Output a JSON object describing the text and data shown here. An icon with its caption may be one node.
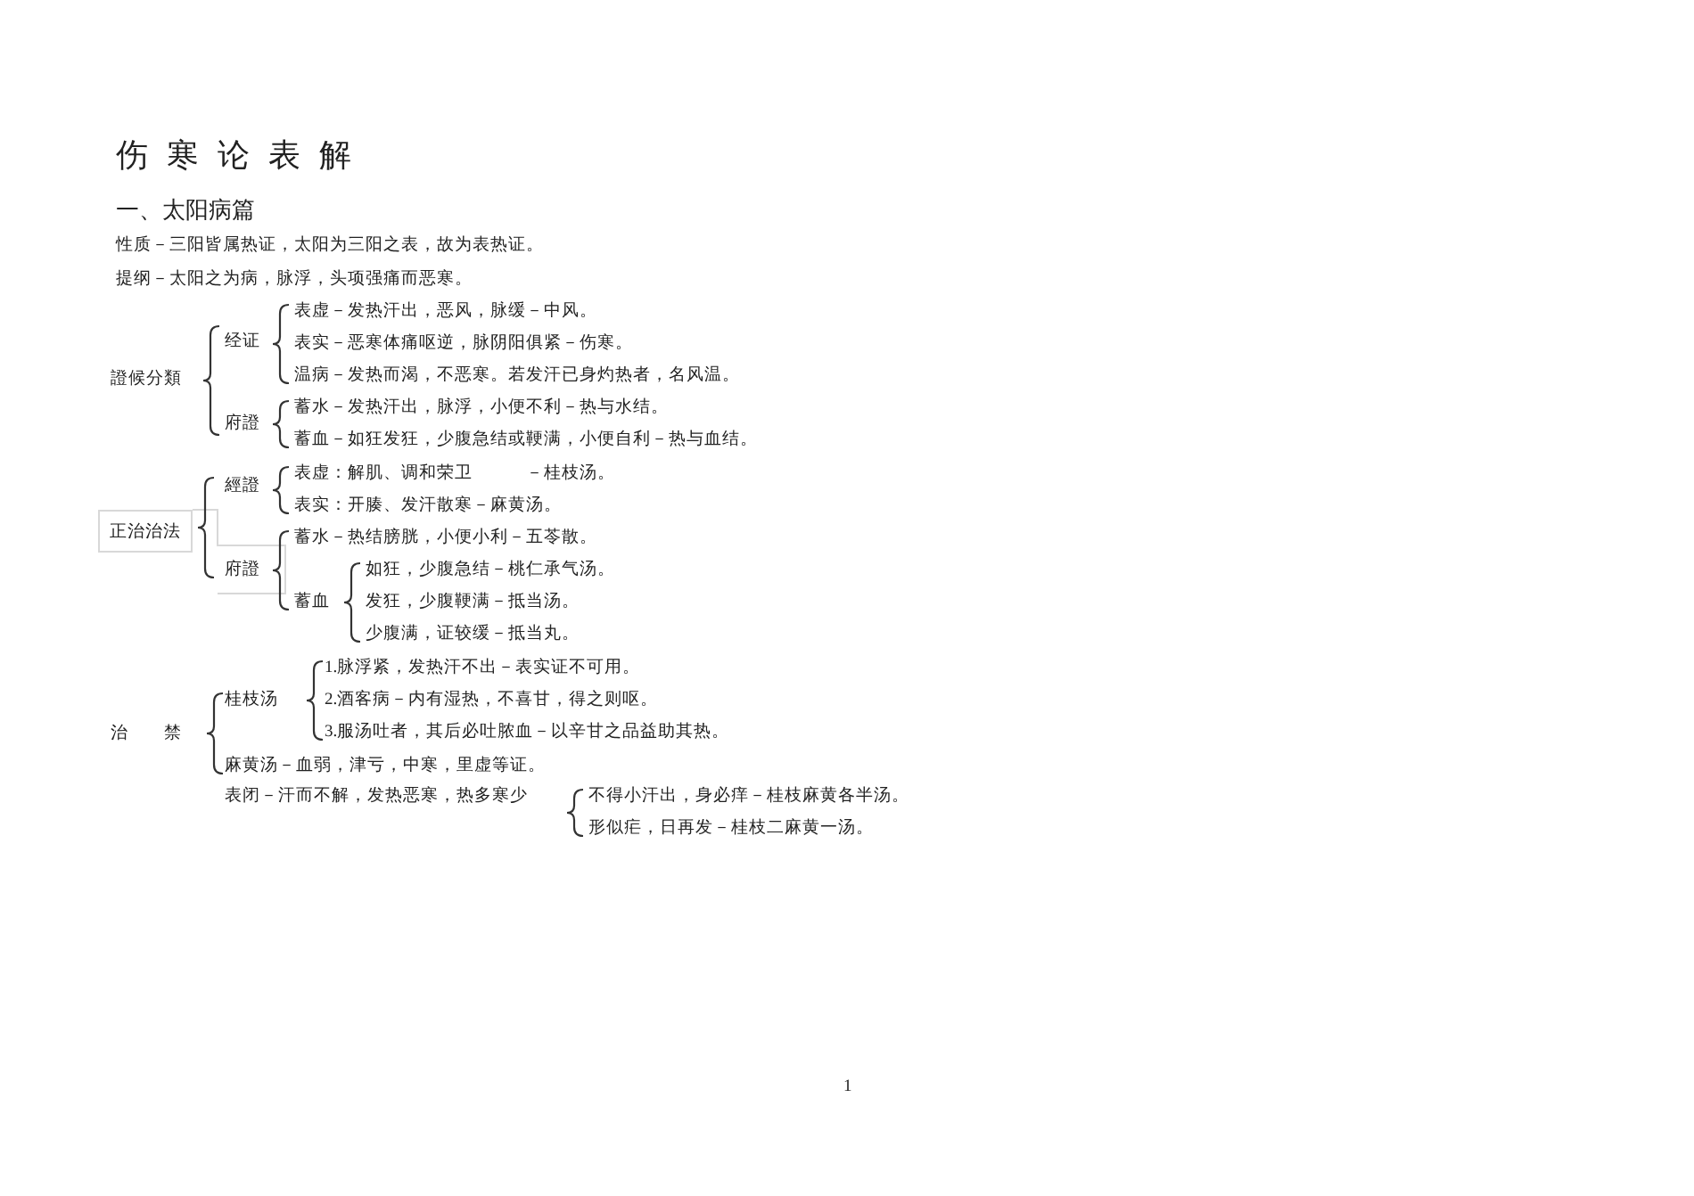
{
  "diagram": {
    "title": "伤 寒 论 表 解",
    "nodes": [
      {
        "text": [
          "正治治法"
        ]
      }
    ],
    "labels": [
      "一、太阳病篇",
      "性质－三阳皆属热证，太阳为三阳之表，故为表热证。",
      "提纲－太阳之为病，脉浮，头项强痛而恶寒。",
      "證候分類",
      "经证",
      "表虚－发热汗出，恶风，脉缓－中风。",
      "表实－恶寒体痛呕逆，脉阴阳俱紧－伤寒。",
      "温病－发热而渴，不恶寒。若发汗已身灼热者，名风温。",
      "府證",
      "蓄水－发热汗出，脉浮，小便不利－热与水结。",
      "蓄血－如狂发狂，少腹急结或鞕满，小便自利－热与血结。",
      "經證",
      "表虚：解肌、调和荣卫　　　－桂枝汤。",
      "表实：开腠、发汗散寒－麻黄汤。",
      "府證",
      "蓄水－热结膀胱，小便小利－五苓散。",
      "蓄血",
      "如狂，少腹急结－桃仁承气汤。",
      "发狂，少腹鞕满－抵当汤。",
      "少腹满，证较缓－抵当丸。",
      "治　　禁",
      "桂枝汤",
      "1.脉浮紧，发热汗不出－表实证不可用。",
      "2.酒客病－内有湿热，不喜甘，得之则呕。",
      "3.服汤吐者，其后必吐脓血－以辛甘之品益助其热。",
      "麻黄汤－血弱，津亏，中寒，里虚等证。",
      "表闭－汗而不解，发热恶寒，热多寒少",
      "不得小汗出，身必痒－桂枝麻黄各半汤。",
      "形似疟，日再发－桂枝二麻黄一汤。",
      "1"
    ]
  }
}
